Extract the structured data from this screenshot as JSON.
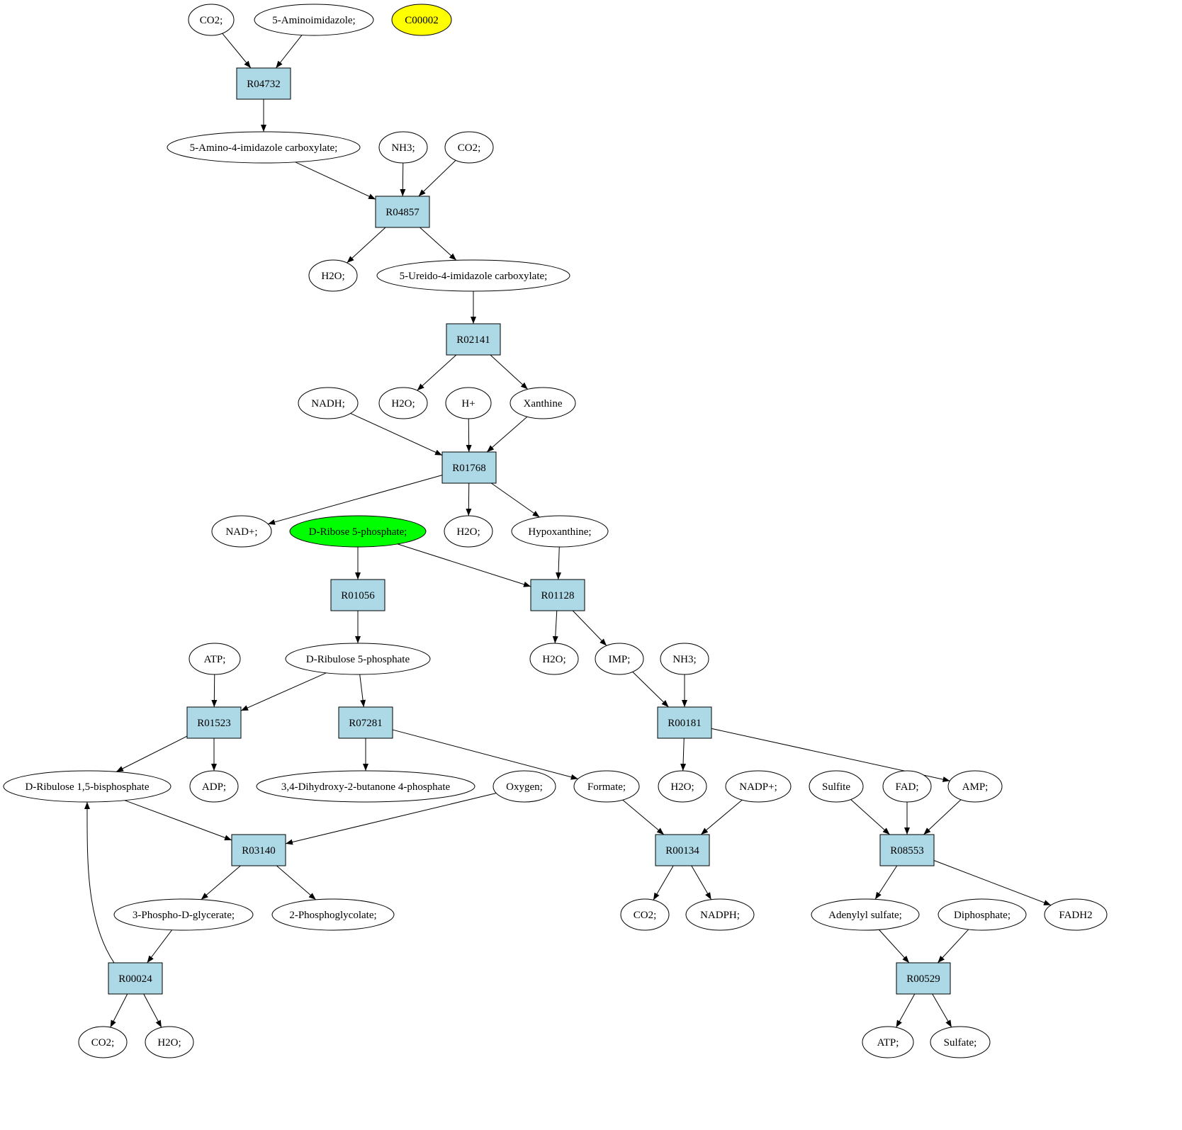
{
  "colors": {
    "reaction_fill": "#add8e6",
    "highlight_yellow": "#ffff00",
    "highlight_green": "#00ff00",
    "compound_fill": "#ffffff"
  },
  "nodes": [
    {
      "id": "co2_a",
      "label": "CO2;",
      "kind": "compound"
    },
    {
      "id": "aminoimidazole",
      "label": "5-Aminoimidazole;",
      "kind": "compound"
    },
    {
      "id": "c00002",
      "label": "C00002",
      "kind": "compound",
      "fill": "highlight_yellow"
    },
    {
      "id": "R04732",
      "label": "R04732",
      "kind": "reaction"
    },
    {
      "id": "a4ic",
      "label": "5-Amino-4-imidazole carboxylate;",
      "kind": "compound"
    },
    {
      "id": "nh3_a",
      "label": "NH3;",
      "kind": "compound"
    },
    {
      "id": "co2_b",
      "label": "CO2;",
      "kind": "compound"
    },
    {
      "id": "R04857",
      "label": "R04857",
      "kind": "reaction"
    },
    {
      "id": "h2o_1",
      "label": "H2O;",
      "kind": "compound"
    },
    {
      "id": "u4ic",
      "label": "5-Ureido-4-imidazole carboxylate;",
      "kind": "compound"
    },
    {
      "id": "R02141",
      "label": "R02141",
      "kind": "reaction"
    },
    {
      "id": "nadh",
      "label": "NADH;",
      "kind": "compound"
    },
    {
      "id": "h2o_2",
      "label": "H2O;",
      "kind": "compound"
    },
    {
      "id": "hplus",
      "label": "H+",
      "kind": "compound"
    },
    {
      "id": "xanthine",
      "label": "Xanthine",
      "kind": "compound"
    },
    {
      "id": "R01768",
      "label": "R01768",
      "kind": "reaction"
    },
    {
      "id": "nadp_plus_a",
      "label": "NAD+;",
      "kind": "compound"
    },
    {
      "id": "dr5p",
      "label": "D-Ribose 5-phosphate;",
      "kind": "compound",
      "fill": "highlight_green"
    },
    {
      "id": "h2o_3",
      "label": "H2O;",
      "kind": "compound"
    },
    {
      "id": "hypox",
      "label": "Hypoxanthine;",
      "kind": "compound"
    },
    {
      "id": "R01056",
      "label": "R01056",
      "kind": "reaction"
    },
    {
      "id": "R01128",
      "label": "R01128",
      "kind": "reaction"
    },
    {
      "id": "atp_a",
      "label": "ATP;",
      "kind": "compound"
    },
    {
      "id": "dru5p",
      "label": "D-Ribulose 5-phosphate",
      "kind": "compound"
    },
    {
      "id": "h2o_4",
      "label": "H2O;",
      "kind": "compound"
    },
    {
      "id": "imp",
      "label": "IMP;",
      "kind": "compound"
    },
    {
      "id": "nh3_b",
      "label": "NH3;",
      "kind": "compound"
    },
    {
      "id": "R01523",
      "label": "R01523",
      "kind": "reaction"
    },
    {
      "id": "R07281",
      "label": "R07281",
      "kind": "reaction"
    },
    {
      "id": "R00181",
      "label": "R00181",
      "kind": "reaction"
    },
    {
      "id": "dru15bp",
      "label": "D-Ribulose 1,5-bisphosphate",
      "kind": "compound"
    },
    {
      "id": "adp",
      "label": "ADP;",
      "kind": "compound"
    },
    {
      "id": "dhbp",
      "label": "3,4-Dihydroxy-2-butanone 4-phosphate",
      "kind": "compound"
    },
    {
      "id": "oxygen",
      "label": "Oxygen;",
      "kind": "compound"
    },
    {
      "id": "formate",
      "label": "Formate;",
      "kind": "compound"
    },
    {
      "id": "h2o_5",
      "label": "H2O;",
      "kind": "compound"
    },
    {
      "id": "nadp_plus",
      "label": "NADP+;",
      "kind": "compound"
    },
    {
      "id": "sulfite",
      "label": "Sulfite",
      "kind": "compound"
    },
    {
      "id": "fad",
      "label": "FAD;",
      "kind": "compound"
    },
    {
      "id": "amp",
      "label": "AMP;",
      "kind": "compound"
    },
    {
      "id": "R03140",
      "label": "R03140",
      "kind": "reaction"
    },
    {
      "id": "R00134",
      "label": "R00134",
      "kind": "reaction"
    },
    {
      "id": "R08553",
      "label": "R08553",
      "kind": "reaction"
    },
    {
      "id": "pg3",
      "label": "3-Phospho-D-glycerate;",
      "kind": "compound"
    },
    {
      "id": "pg2",
      "label": "2-Phosphoglycolate;",
      "kind": "compound"
    },
    {
      "id": "co2_c",
      "label": "CO2;",
      "kind": "compound"
    },
    {
      "id": "nadph",
      "label": "NADPH;",
      "kind": "compound"
    },
    {
      "id": "aps",
      "label": "Adenylyl sulfate;",
      "kind": "compound"
    },
    {
      "id": "diphosphate",
      "label": "Diphosphate;",
      "kind": "compound"
    },
    {
      "id": "fadh2",
      "label": "FADH2",
      "kind": "compound"
    },
    {
      "id": "R00024",
      "label": "R00024",
      "kind": "reaction"
    },
    {
      "id": "R00529",
      "label": "R00529",
      "kind": "reaction"
    },
    {
      "id": "co2_d",
      "label": "CO2;",
      "kind": "compound"
    },
    {
      "id": "h2o_6",
      "label": "H2O;",
      "kind": "compound"
    },
    {
      "id": "atp_b",
      "label": "ATP;",
      "kind": "compound"
    },
    {
      "id": "sulfate",
      "label": "Sulfate;",
      "kind": "compound"
    }
  ],
  "edges": [
    [
      "co2_a",
      "R04732"
    ],
    [
      "aminoimidazole",
      "R04732"
    ],
    [
      "R04732",
      "a4ic"
    ],
    [
      "a4ic",
      "R04857"
    ],
    [
      "nh3_a",
      "R04857"
    ],
    [
      "co2_b",
      "R04857"
    ],
    [
      "R04857",
      "h2o_1"
    ],
    [
      "R04857",
      "u4ic"
    ],
    [
      "u4ic",
      "R02141"
    ],
    [
      "R02141",
      "h2o_2"
    ],
    [
      "R02141",
      "xanthine"
    ],
    [
      "nadh",
      "R01768"
    ],
    [
      "hplus",
      "R01768"
    ],
    [
      "xanthine",
      "R01768"
    ],
    [
      "R01768",
      "nadp_plus_a"
    ],
    [
      "R01768",
      "h2o_3"
    ],
    [
      "R01768",
      "hypox"
    ],
    [
      "dr5p",
      "R01056"
    ],
    [
      "dr5p",
      "R01128"
    ],
    [
      "hypox",
      "R01128"
    ],
    [
      "R01056",
      "dru5p"
    ],
    [
      "R01128",
      "h2o_4"
    ],
    [
      "R01128",
      "imp"
    ],
    [
      "imp",
      "R00181"
    ],
    [
      "nh3_b",
      "R00181"
    ],
    [
      "atp_a",
      "R01523"
    ],
    [
      "dru5p",
      "R01523"
    ],
    [
      "dru5p",
      "R07281"
    ],
    [
      "R01523",
      "dru15bp"
    ],
    [
      "R01523",
      "adp"
    ],
    [
      "R07281",
      "dhbp"
    ],
    [
      "R07281",
      "formate"
    ],
    [
      "R00181",
      "h2o_5"
    ],
    [
      "R00181",
      "amp"
    ],
    [
      "dru15bp",
      "R03140"
    ],
    [
      "oxygen",
      "R03140"
    ],
    [
      "formate",
      "R00134"
    ],
    [
      "nadp_plus",
      "R00134"
    ],
    [
      "sulfite",
      "R08553"
    ],
    [
      "fad",
      "R08553"
    ],
    [
      "amp",
      "R08553"
    ],
    [
      "R03140",
      "pg3"
    ],
    [
      "R03140",
      "pg2"
    ],
    [
      "R00134",
      "co2_c"
    ],
    [
      "R00134",
      "nadph"
    ],
    [
      "R08553",
      "aps"
    ],
    [
      "R08553",
      "fadh2"
    ],
    [
      "pg3",
      "R00024"
    ],
    [
      "aps",
      "R00529"
    ],
    [
      "diphosphate",
      "R00529"
    ],
    [
      "R00024",
      "dru15bp"
    ],
    [
      "R00024",
      "co2_d"
    ],
    [
      "R00024",
      "h2o_6"
    ],
    [
      "R00529",
      "atp_b"
    ],
    [
      "R00529",
      "sulfate"
    ]
  ]
}
